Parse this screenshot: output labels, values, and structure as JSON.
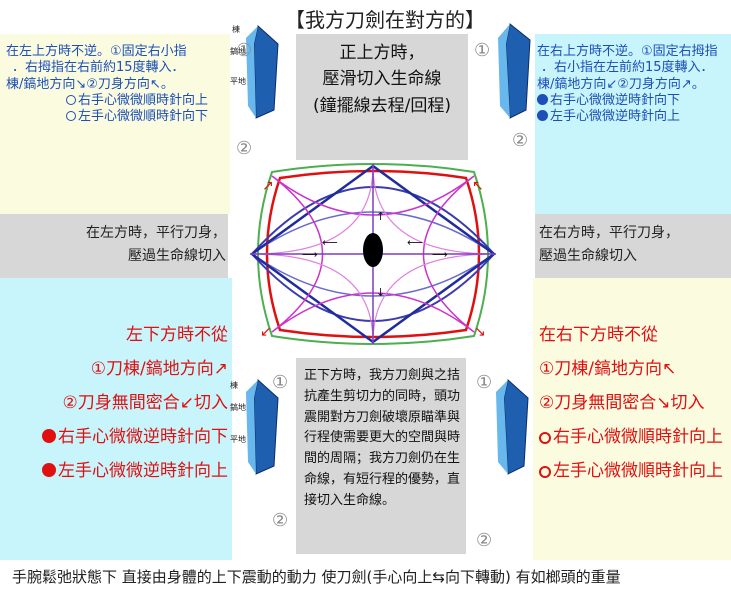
{
  "title": "【我方刀劍在對方的】",
  "center_top": [
    "正上方時，",
    "壓滑切入生命線",
    "(鐘擺線去程/回程)"
  ],
  "top_left": {
    "lines": [
      "在左上方時不逆。①固定右小指",
      "．右拇指在右前約15度轉入．",
      "棟/鎬地方向↘②刀身方向↖。"
    ],
    "right_hand": "右手心微微順時針向上",
    "left_hand": "左手心微微順時針向下"
  },
  "top_right": {
    "lines": [
      "在右上方時不逆。①固定右拇指",
      "．右小指在左前約15度轉入．",
      "棟/鎬地方向↙②刀身方向↗。"
    ],
    "right_hand": "右手心微微逆時針向下",
    "left_hand": "左手心微微逆時針向上"
  },
  "mid_left": [
    "在左方時，平行刀身，",
    "壓過生命線切入"
  ],
  "mid_right": [
    "在右方時，平行刀身，",
    "壓過生命線切入"
  ],
  "bottom_left": {
    "heading": "左下方時不從",
    "line1": "①刀棟/鎬地方向↗",
    "line2": "②刀身無間密合↙切入",
    "right_hand": "右手心微微逆時針向下",
    "left_hand": "左手心微微逆時針向上"
  },
  "bottom_right": {
    "heading": "在右下方時不從",
    "line1": "①刀棟/鎬地方向↖",
    "line2": "②刀身無間密合↘切入",
    "right_hand": "右手心微微順時針向上",
    "left_hand": "左手心微微順時針向上"
  },
  "center_bottom": "正下方時，我方刀劍與之拮抗產生剪切力的同時，頭功震開對方刀劍破壞原瞄準與行程使需要更大的空間與時間的周隔；我方刀劍仍在生命線，有短行程的優勢，直接切入生命線。",
  "blade_labels": [
    "棟",
    "鎬地",
    "平地"
  ],
  "step_numbers": [
    "①",
    "②"
  ],
  "footer": "手腕鬆弛狀態下 直接由身體的上下震動的動力 使刀劍(手心向上⇆向下轉動) 有如榔頭的重量",
  "colors": {
    "blue_text": "#1c4fb8",
    "red_text": "#e01010",
    "yellow_bg": "#fbfbe0",
    "cyan_bg": "#c8f4fb",
    "gray_bg": "#d7d7d7"
  }
}
